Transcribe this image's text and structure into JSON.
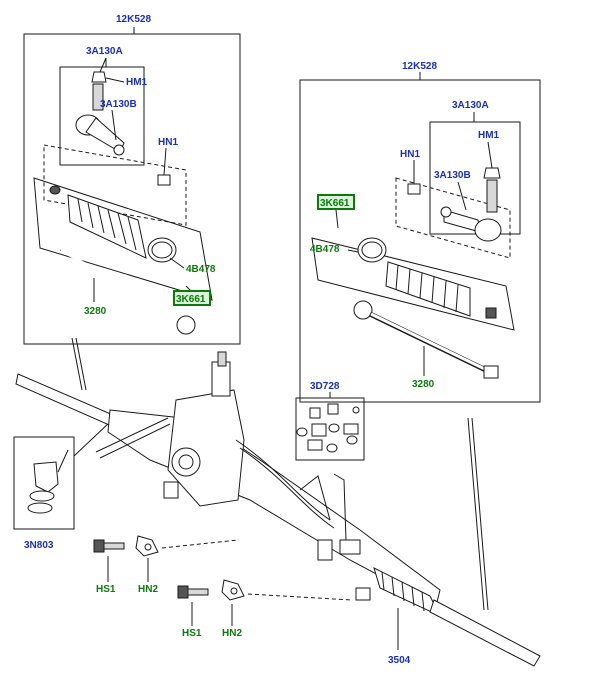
{
  "labels": {
    "left_assembly": "12K528",
    "left_tie_end": "3A130A",
    "left_hm1": "HM1",
    "left_tie_end_b": "3A130B",
    "left_hn1": "HN1",
    "left_clip": "4B478",
    "left_boot_kit": "3K661",
    "left_tie_rod": "3280",
    "right_assembly": "12K528",
    "right_tie_end": "3A130A",
    "right_hm1": "HM1",
    "right_hn1": "HN1",
    "right_tie_end_b": "3A130B",
    "right_boot_kit": "3K661",
    "right_clip": "4B478",
    "right_tie_rod": "3280",
    "fittings_kit": "3D728",
    "valve": "3N803",
    "bolt_hs1_a": "HS1",
    "nut_hn2_a": "HN2",
    "bolt_hs1_b": "HS1",
    "nut_hn2_b": "HN2",
    "rack": "3504"
  },
  "colors": {
    "part_number": "#1a2fbf",
    "kit_number": "#0b7a0b",
    "kit_box_fill": "#d9f2d9"
  }
}
